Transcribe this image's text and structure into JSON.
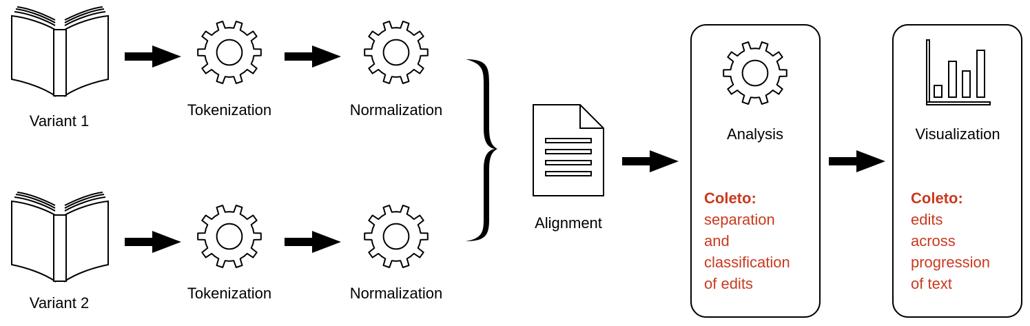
{
  "colors": {
    "ink": "#000000",
    "accent": "#c9391f",
    "paper": "#ffffff"
  },
  "pipeline": {
    "variant1": {
      "label": "Variant 1",
      "icon": "book-icon"
    },
    "variant2": {
      "label": "Variant 2",
      "icon": "book-icon"
    },
    "tokenization_label": "Tokenization",
    "normalization_label": "Normalization",
    "alignment": {
      "label": "Alignment",
      "icon": "document-icon"
    }
  },
  "analysis": {
    "title": "Analysis",
    "icon": "gear-icon",
    "note_heading": "Coleto:",
    "note_lines": [
      "separation",
      "and",
      "classification",
      "of edits"
    ]
  },
  "visualization": {
    "title": "Visualization",
    "icon": "bar-chart-icon",
    "note_heading": "Coleto:",
    "note_lines": [
      "edits",
      "across",
      "progression",
      "of text"
    ]
  }
}
